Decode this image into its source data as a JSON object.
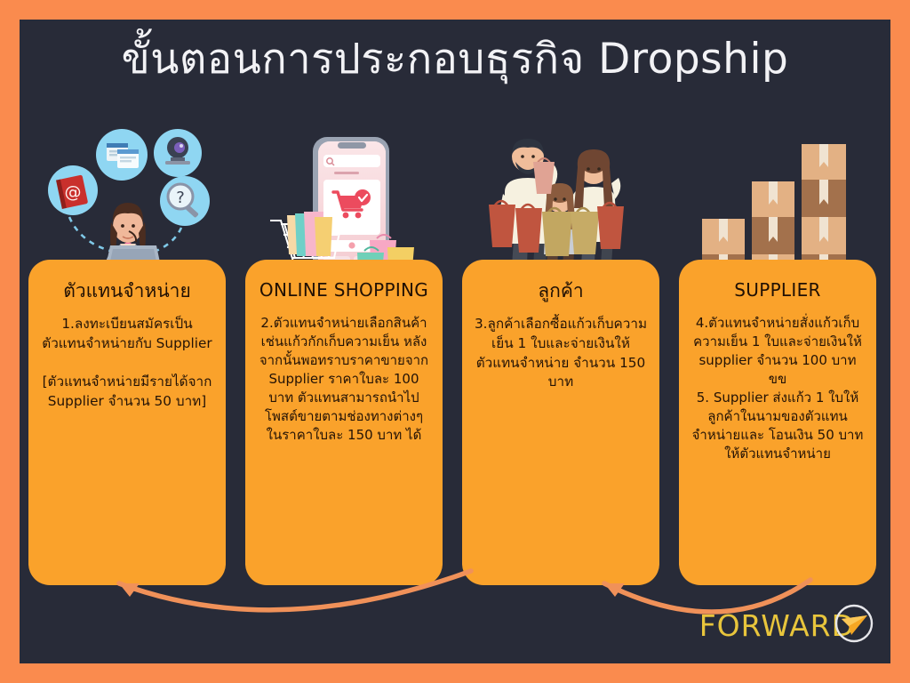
{
  "poster": {
    "title": "ขั้นตอนการประกอบธุรกิจ Dropship",
    "frame_color": "#fa8b4e",
    "background_color": "#282b38",
    "card_color": "#faa22b",
    "arrow_color": "#f09159",
    "title_color": "#f2f2f5"
  },
  "steps": [
    {
      "id": "step-1",
      "heading": "ตัวแทนจำหน่าย",
      "heading_script": "thai",
      "body": "1.ลงทะเบียนสมัครเป็นตัวแทนจำหน่ายกับ Supplier\n\n[ตัวแทนจำหน่ายมีรายได้จาก Supplier จำนวน 50 บาท]",
      "illustration": "woman-with-laptop-headset-icons"
    },
    {
      "id": "step-2",
      "heading": "ONLINE SHOPPING",
      "heading_script": "latin",
      "body": "2.ตัวแทนจำหน่ายเลือกสินค้า เช่นแก้วกักเก็บความเย็น หลังจากนั้นพอทราบราคาขายจาก Supplier ราคาใบละ 100 บาท ตัวแทนสามารถนำไปโพสต์ขายตามช่องทางต่างๆ ในราคาใบละ 150 บาท ได้",
      "illustration": "smartphone-shopping-cart-bags"
    },
    {
      "id": "step-3",
      "heading": "ลูกค้า",
      "heading_script": "thai",
      "body": "3.ลูกค้าเลือกซื้อแก้วเก็บความเย็น 1 ใบและจ่ายเงินให้ตัวแทนจำหน่าย จำนวน 150 บาท",
      "illustration": "family-with-shopping-bags"
    },
    {
      "id": "step-4",
      "heading": "SUPPLIER",
      "heading_script": "latin",
      "body": "4.ตัวแทนจำหน่ายสั่งแก้วเก็บความเย็น 1 ใบและจ่ายเงินให้ supplier จำนวน 100 บาท ขข\n5. Supplier ส่งแก้ว 1 ใบให้ลูกค้าในนามของตัวแทนจำหน่ายและ โอนเงิน 50 บาท ให้ตัวแทนจำหน่าย",
      "illustration": "stacked-cardboard-boxes"
    }
  ],
  "arrows": [
    {
      "id": "arrow-left-lower",
      "direction": "left",
      "style": "curved"
    },
    {
      "id": "arrow-left-right",
      "direction": "left",
      "style": "curved"
    }
  ],
  "logo": {
    "wordmark": "FORWARD",
    "icon": "paper-plane-circle-icon",
    "word_color": "#e8c53c",
    "icon_color": "#f5a623"
  }
}
